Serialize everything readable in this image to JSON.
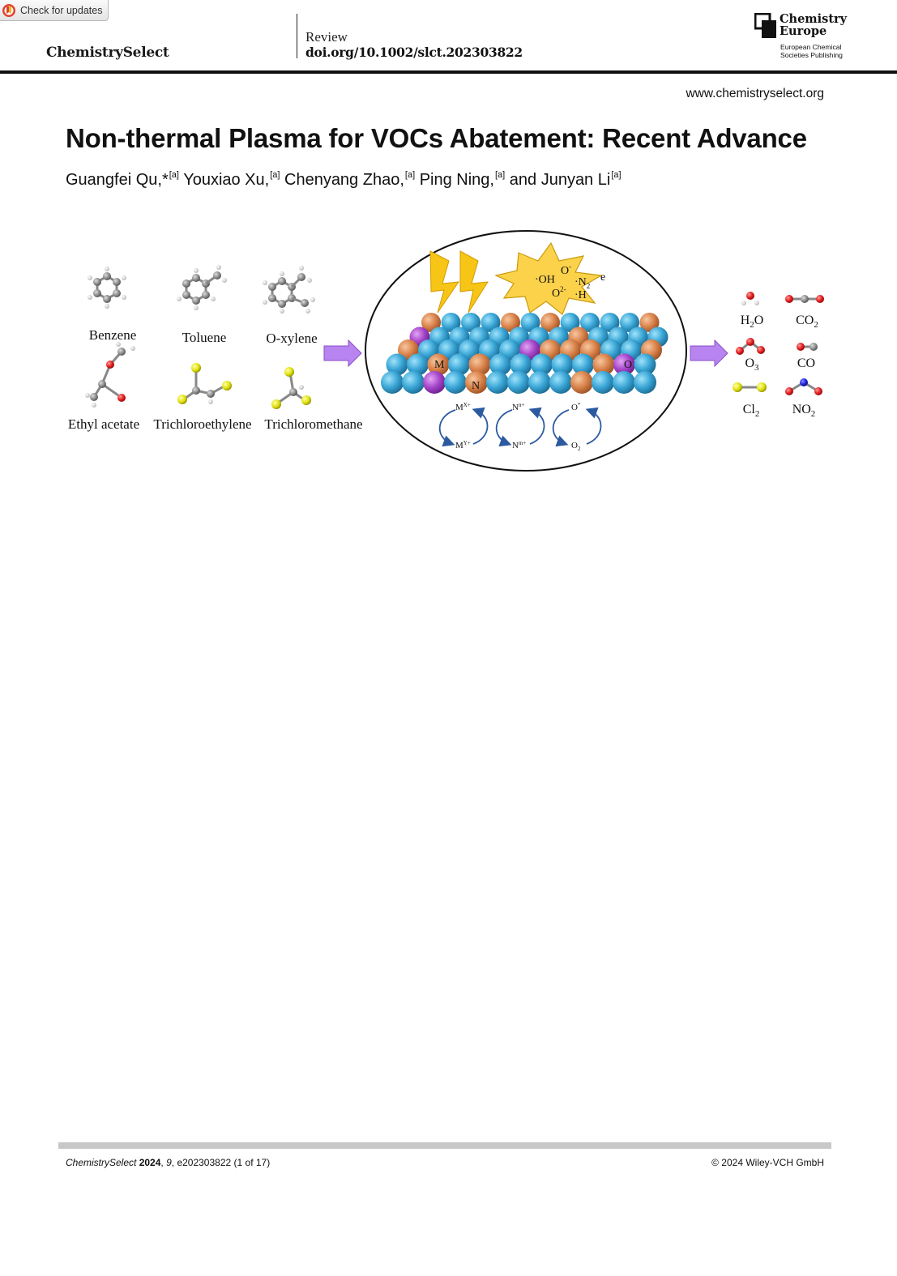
{
  "check_updates": {
    "label": "Check for updates"
  },
  "header": {
    "journal": "ChemistrySelect",
    "doc_type": "Review",
    "doi": "doi.org/10.1002/slct.202303822",
    "publisher_name_line1": "Chemistry",
    "publisher_name_line2": "Europe",
    "publisher_sub_line1": "European Chemical",
    "publisher_sub_line2": "Societies Publishing"
  },
  "site_url": "www.chemistryselect.org",
  "title": "Non-thermal Plasma for VOCs Abatement: Recent Advance",
  "authors": [
    {
      "name": "Guangfei Qu,*",
      "aff": "[a]"
    },
    {
      "name": "Youxiao Xu,",
      "aff": "[a]"
    },
    {
      "name": "Chenyang Zhao,",
      "aff": "[a]"
    },
    {
      "name": "Ping Ning,",
      "aff": "[a]"
    },
    {
      "name": "and Junyan Li",
      "aff": "[a]"
    }
  ],
  "figure": {
    "reactants": [
      "Benzene",
      "Toluene",
      "O-xylene",
      "Ethyl acetate",
      "Trichloroethylene",
      "Trichloromethane"
    ],
    "species": {
      "oh": "·OH",
      "o_minus": "O",
      "o_minus_sup": "-",
      "n2": "·N",
      "n2_sub": "2",
      "e": "e",
      "o2": "O",
      "o2_sup": "2-",
      "h": "·H"
    },
    "atom_labels": {
      "m": "M",
      "n": "N",
      "o": "O"
    },
    "cycles": [
      {
        "top": "M",
        "top_sup": "X+",
        "bottom": "M",
        "bottom_sup": "Y+"
      },
      {
        "top": "N",
        "top_sup": "n+",
        "bottom": "N",
        "bottom_sup": "m+"
      },
      {
        "top": "O",
        "top_sup": "*",
        "bottom": "O",
        "bottom_sub": "2"
      }
    ],
    "products": [
      {
        "base": "H",
        "sub": "2",
        "tail": "O"
      },
      {
        "base": "CO",
        "sub": "2",
        "tail": ""
      },
      {
        "base": "O",
        "sub": "3",
        "tail": ""
      },
      {
        "base": "CO",
        "sub": "",
        "tail": ""
      },
      {
        "base": "Cl",
        "sub": "2",
        "tail": ""
      },
      {
        "base": "NO",
        "sub": "2",
        "tail": ""
      }
    ]
  },
  "footer": {
    "journal_italic": "ChemistrySelect",
    "year_bold": "2024",
    "volume_italic": "9",
    "citation": "e202303822 (1 of 17)",
    "copyright": "© 2024 Wiley-VCH GmbH"
  }
}
